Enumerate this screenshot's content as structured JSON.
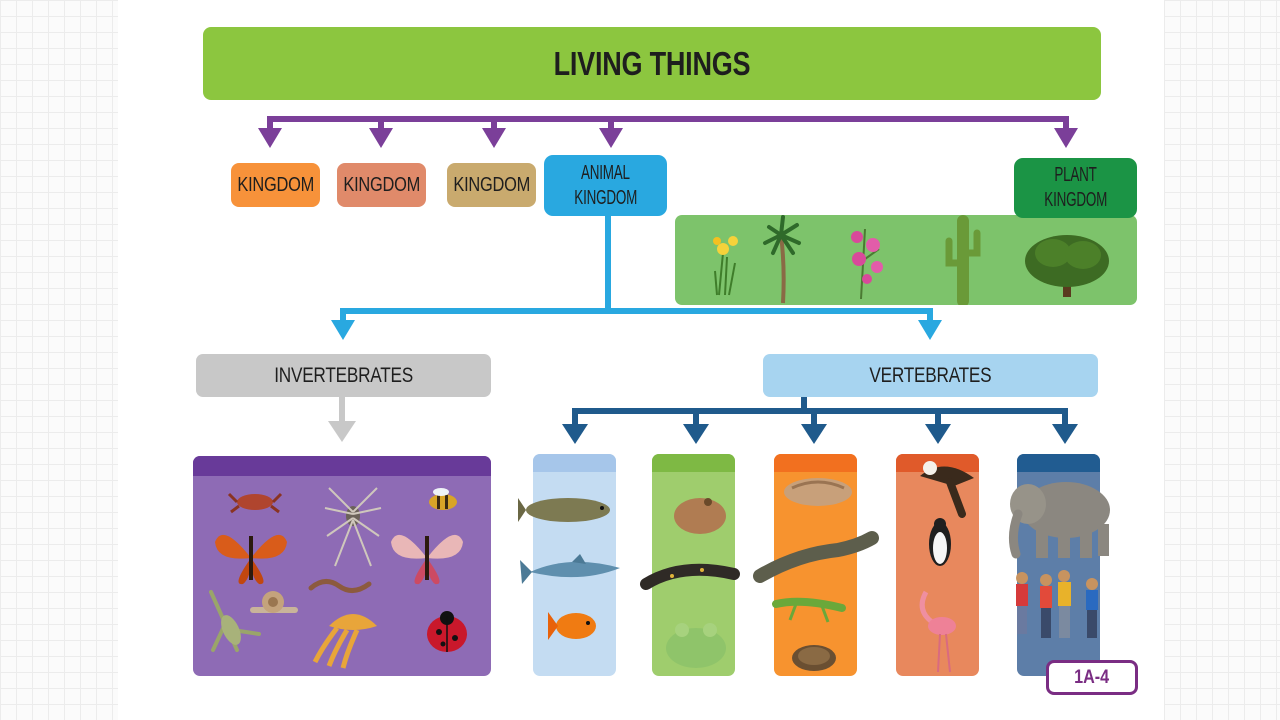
{
  "title": "LIVING THINGS",
  "kingdoms": [
    "KINGDOM",
    "KINGDOM",
    "KINGDOM"
  ],
  "animal_kingdom": {
    "line1": "ANIMAL",
    "line2": "KINGDOM"
  },
  "plant_kingdom": {
    "line1": "PLANT",
    "line2": "KINGDOM"
  },
  "invertebrates": "INVERTEBRATES",
  "vertebrates": "VERTEBRATES",
  "code": "1A-4",
  "colors": {
    "title": "#8cc63f",
    "connector_top": "#7b3f99",
    "connector_animal": "#29a8e0",
    "connector_vertebrates": "#1f5a8c",
    "connector_invertebrates": "#c8c8c8"
  },
  "images": {
    "plants": [
      "daffodil-image",
      "palm-tree-image",
      "orchid-image",
      "cactus-image",
      "tree-image"
    ],
    "invertebrates": [
      "crab-image",
      "spider-image",
      "bee-image",
      "butterfly-image",
      "butterfly-image",
      "worm-image",
      "snail-image",
      "grasshopper-image",
      "jellyfish-image",
      "ladybug-image"
    ],
    "fish": [
      "trout-image",
      "shark-image",
      "goldfish-image"
    ],
    "amphibians": [
      "toad-image",
      "salamander-image",
      "frog-image"
    ],
    "reptiles": [
      "rattlesnake-image",
      "alligator-image",
      "lizard-image",
      "turtle-image"
    ],
    "birds": [
      "eagle-image",
      "penguin-image",
      "flamingo-image"
    ],
    "mammals": [
      "elephant-image",
      "children-image"
    ]
  }
}
